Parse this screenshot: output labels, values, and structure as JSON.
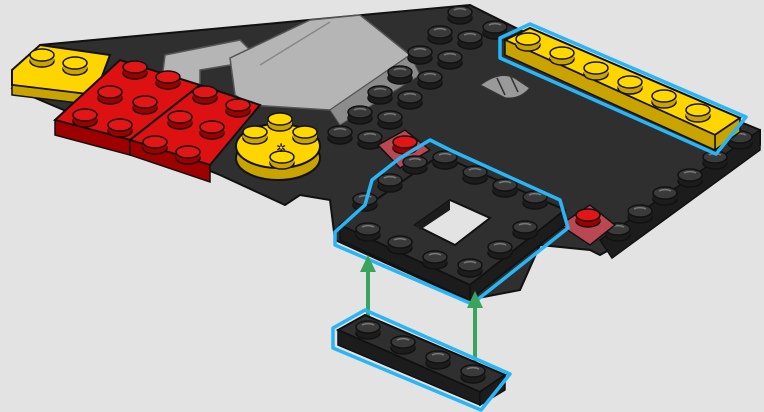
{
  "scene": {
    "background": "#e3e3e3",
    "colors": {
      "black_brick": "#2f2f2f",
      "black_brick_side": "#1c1c1c",
      "black_stud": "#3a3a3a",
      "red_brick": "#dd1111",
      "red_brick_side": "#9e0000",
      "yellow_brick": "#ffd500",
      "yellow_brick_side": "#c9a300",
      "gray_tile": "#b5b5b5",
      "trans_red": "#c24a55",
      "highlight_outline": "#29b6f6",
      "arrow": "#3aa35c",
      "outline": "#111111"
    },
    "parts": [
      "yellow-plate-1x2",
      "red-plate-2x2-left",
      "red-plate-2x2-right",
      "gray-tile-slope",
      "yellow-round-plate",
      "black-base-plate",
      "yellow-plate-1x6",
      "trans-red-round-1x1",
      "black-frame-plate-4x4",
      "black-plate-1x4"
    ],
    "icons": [
      "arrow-up-icon",
      "arrow-up-icon",
      "clip-hinge-icon"
    ]
  }
}
